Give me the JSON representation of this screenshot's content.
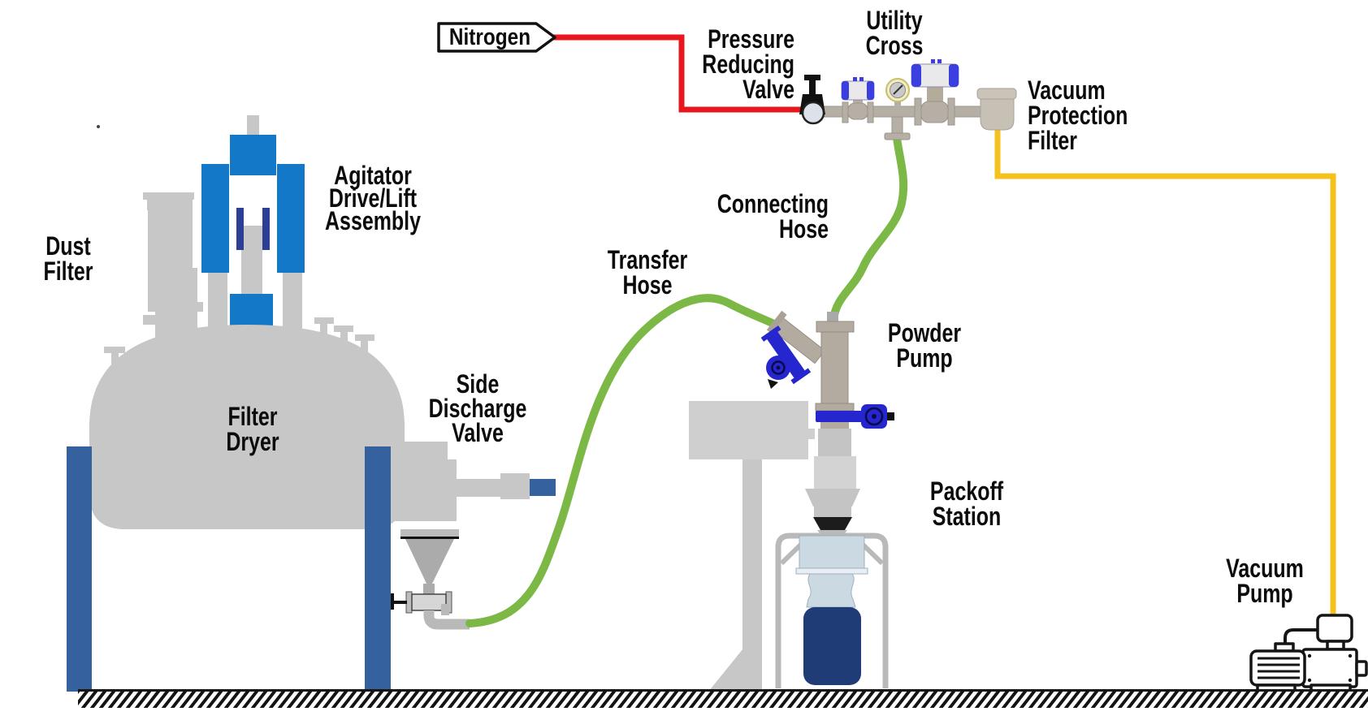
{
  "labels": {
    "nitrogen": {
      "lines": [
        "Nitrogen"
      ]
    },
    "pressure_reducing_valve": {
      "lines": [
        "Pressure",
        "Reducing",
        "Valve"
      ]
    },
    "utility_cross": {
      "lines": [
        "Utility",
        "Cross"
      ]
    },
    "vacuum_protection_filter": {
      "lines": [
        "Vacuum",
        "Protection",
        "Filter"
      ]
    },
    "connecting_hose": {
      "lines": [
        "Connecting",
        "Hose"
      ]
    },
    "transfer_hose": {
      "lines": [
        "Transfer",
        "Hose"
      ]
    },
    "powder_pump": {
      "lines": [
        "Powder",
        "Pump"
      ]
    },
    "packoff_station": {
      "lines": [
        "Packoff",
        "Station"
      ]
    },
    "vacuum_pump": {
      "lines": [
        "Vacuum",
        "Pump"
      ]
    },
    "filter_dryer": {
      "lines": [
        "Filter",
        "Dryer"
      ]
    },
    "dust_filter": {
      "lines": [
        "Dust",
        "Filter"
      ]
    },
    "agitator_drive": {
      "lines": [
        "Agitator",
        "Drive/Lift",
        "Assembly"
      ]
    },
    "side_discharge_valve": {
      "lines": [
        "Side",
        "Discharge",
        "Valve"
      ]
    }
  },
  "colors": {
    "nitrogen_line_red": "#E8171E",
    "vacuum_line_yellow": "#F5C11C",
    "hose_green": "#7CB845",
    "equipment_gray": "#C7C7C7",
    "pipe_taupe": "#B5AFA6",
    "actuator_blue": "#3B3FE0",
    "pinch_valve_blue": "#2626CF",
    "agitator_blue": "#1478C8",
    "leg_steel_blue": "#35629E",
    "drum_navy": "#203C77",
    "liner_light_blue": "#CBD9E3",
    "label_black": "#0B0B0B"
  }
}
